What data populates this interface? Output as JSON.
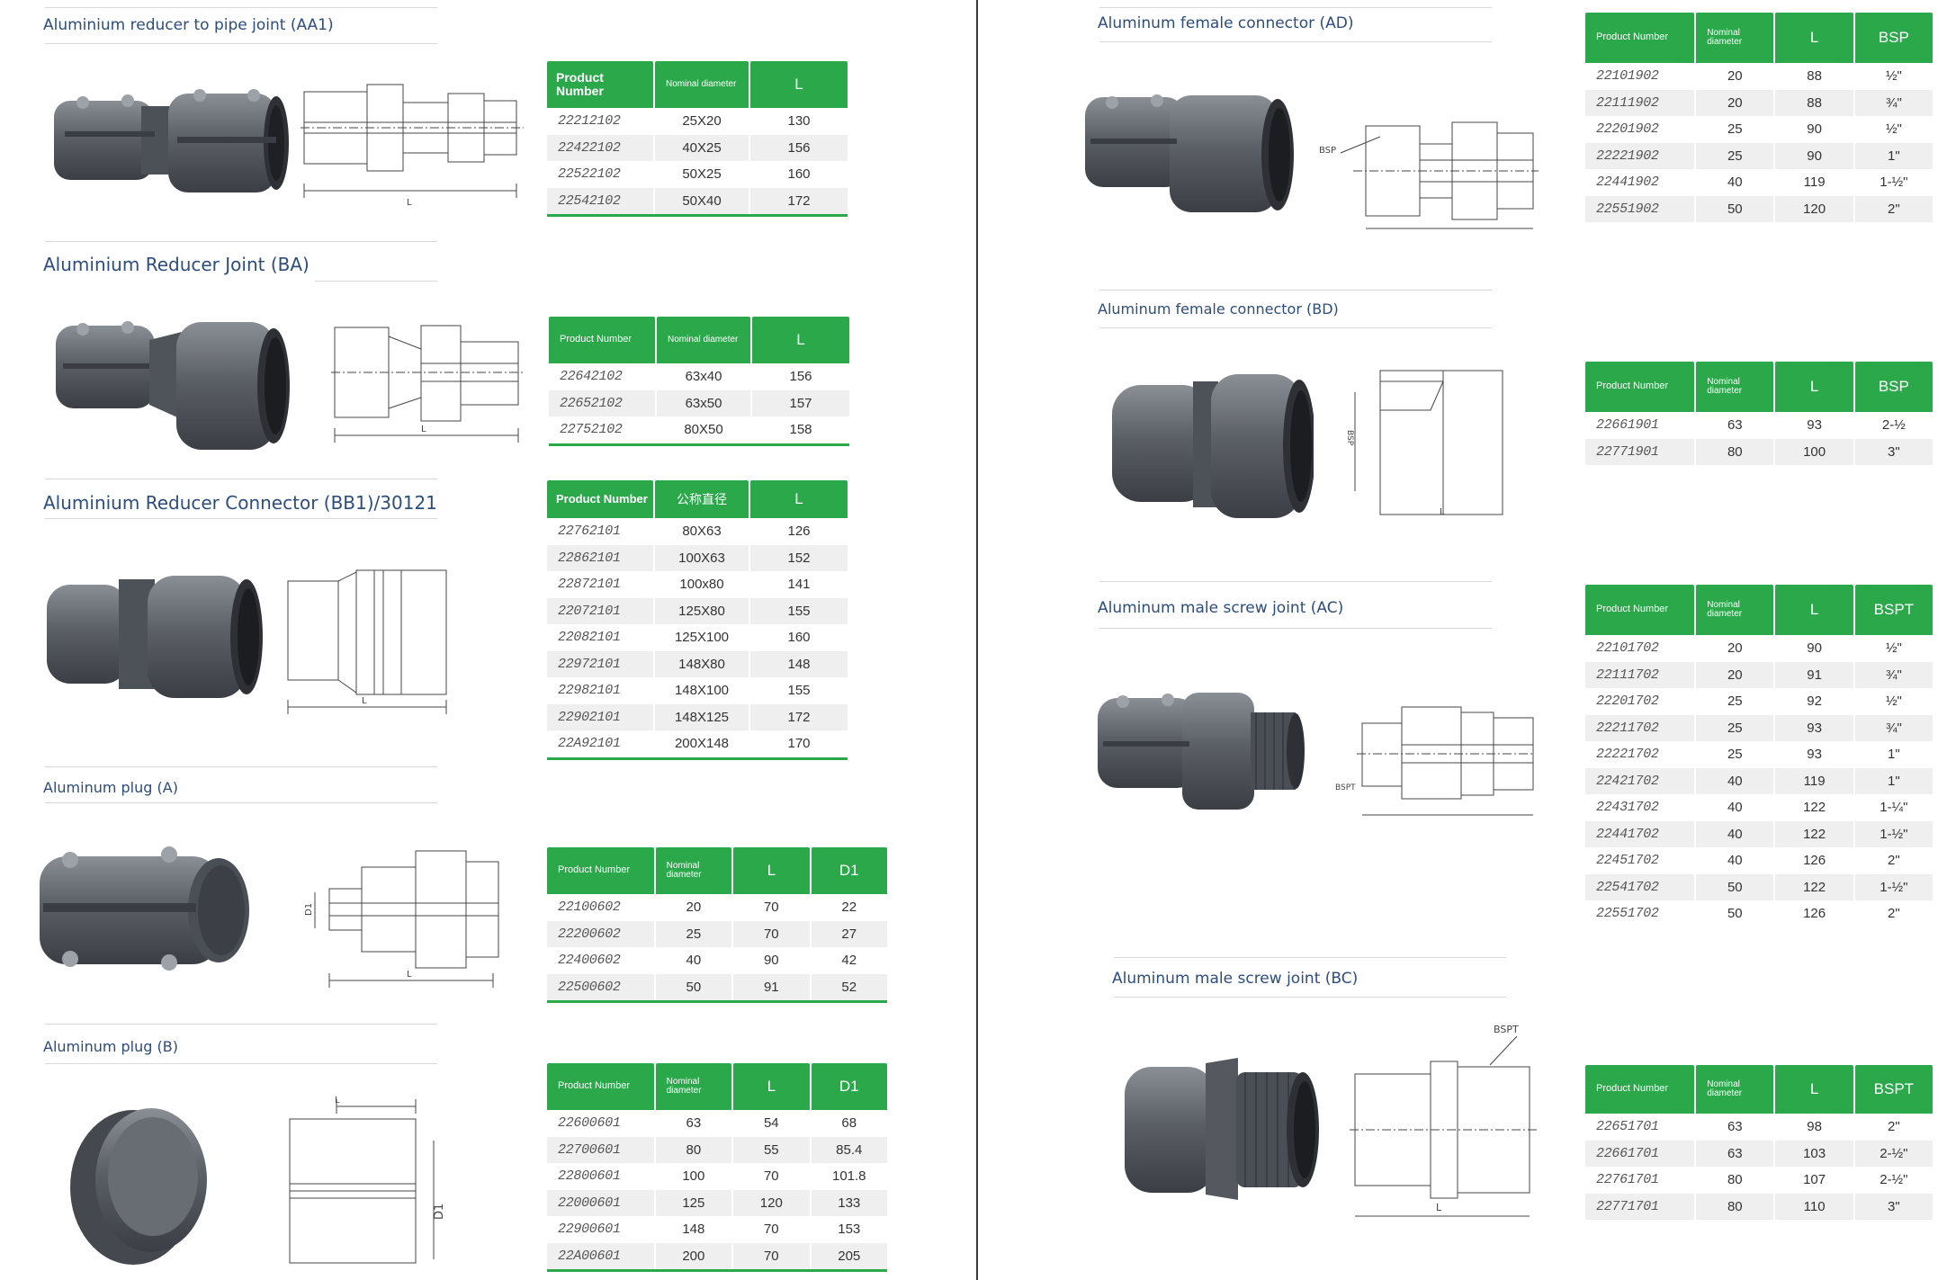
{
  "sections": {
    "aa1": {
      "title": "Aluminium reducer to pipe joint (AA1)",
      "headers": [
        "Product Number",
        "Nominal diameter",
        "L"
      ],
      "rows": [
        [
          "22212102",
          "25X20",
          "130"
        ],
        [
          "22422102",
          "40X25",
          "156"
        ],
        [
          "22522102",
          "50X25",
          "160"
        ],
        [
          "22542102",
          "50X40",
          "172"
        ]
      ]
    },
    "ba": {
      "title": "Aluminium Reducer Joint (BA)",
      "headers": [
        "Product Number",
        "Nominal diameter",
        "L"
      ],
      "rows": [
        [
          "22642102",
          "63x40",
          "156"
        ],
        [
          "22652102",
          "63x50",
          "157"
        ],
        [
          "22752102",
          "80X50",
          "158"
        ]
      ]
    },
    "bb1": {
      "title": "Aluminium Reducer Connector (BB1)/30121",
      "headers": [
        "Product Number",
        "公称直径",
        "L"
      ],
      "rows": [
        [
          "22762101",
          "80X63",
          "126"
        ],
        [
          "22862101",
          "100X63",
          "152"
        ],
        [
          "22872101",
          "100x80",
          "141"
        ],
        [
          "22072101",
          "125X80",
          "155"
        ],
        [
          "22082101",
          "125X100",
          "160"
        ],
        [
          "22972101",
          "148X80",
          "148"
        ],
        [
          "22982101",
          "148X100",
          "155"
        ],
        [
          "22902101",
          "148X125",
          "172"
        ],
        [
          "22A92101",
          "200X148",
          "170"
        ]
      ]
    },
    "plug_a": {
      "title": "Aluminum plug (A)",
      "headers": [
        "Product Number",
        "Nominal diameter",
        "L",
        "D1"
      ],
      "rows": [
        [
          "22100602",
          "20",
          "70",
          "22"
        ],
        [
          "22200602",
          "25",
          "70",
          "27"
        ],
        [
          "22400602",
          "40",
          "90",
          "42"
        ],
        [
          "22500602",
          "50",
          "91",
          "52"
        ]
      ]
    },
    "plug_b": {
      "title": "Aluminum plug (B)",
      "headers": [
        "Product Number",
        "Nominal diameter",
        "L",
        "D1"
      ],
      "rows": [
        [
          "22600601",
          "63",
          "54",
          "68"
        ],
        [
          "22700601",
          "80",
          "55",
          "85.4"
        ],
        [
          "22800601",
          "100",
          "70",
          "101.8"
        ],
        [
          "22000601",
          "125",
          "120",
          "133"
        ],
        [
          "22900601",
          "148",
          "70",
          "153"
        ],
        [
          "22A00601",
          "200",
          "70",
          "205"
        ]
      ]
    },
    "ad": {
      "title": "Aluminum female connector (AD)",
      "headers": [
        "Product Number",
        "Nominal diameter",
        "L",
        "BSP"
      ],
      "rows": [
        [
          "22101902",
          "20",
          "88",
          "½\""
        ],
        [
          "22111902",
          "20",
          "88",
          "¾\""
        ],
        [
          "22201902",
          "25",
          "90",
          "½\""
        ],
        [
          "22221902",
          "25",
          "90",
          "1\""
        ],
        [
          "22441902",
          "40",
          "119",
          "1-½\""
        ],
        [
          "22551902",
          "50",
          "120",
          "2\""
        ]
      ]
    },
    "bd": {
      "title": "Aluminum female connector (BD)",
      "headers": [
        "Product Number",
        "Nominal diameter",
        "L",
        "BSP"
      ],
      "rows": [
        [
          "22661901",
          "63",
          "93",
          "2-½"
        ],
        [
          "22771901",
          "80",
          "100",
          "3\""
        ]
      ]
    },
    "ac": {
      "title": "Aluminum male screw joint (AC)",
      "headers": [
        "Product Number",
        "Nominal diameter",
        "L",
        "BSPT"
      ],
      "rows": [
        [
          "22101702",
          "20",
          "90",
          "½\""
        ],
        [
          "22111702",
          "20",
          "91",
          "¾\""
        ],
        [
          "22201702",
          "25",
          "92",
          "½\""
        ],
        [
          "22211702",
          "25",
          "93",
          "¾\""
        ],
        [
          "22221702",
          "25",
          "93",
          "1\""
        ],
        [
          "22421702",
          "40",
          "119",
          "1\""
        ],
        [
          "22431702",
          "40",
          "122",
          "1-¼\""
        ],
        [
          "22441702",
          "40",
          "122",
          "1-½\""
        ],
        [
          "22451702",
          "40",
          "126",
          "2\""
        ],
        [
          "22541702",
          "50",
          "122",
          "1-½\""
        ],
        [
          "22551702",
          "50",
          "126",
          "2\""
        ]
      ]
    },
    "bc": {
      "title": "Aluminum male screw joint (BC)",
      "headers": [
        "Product Number",
        "Nominal diameter",
        "L",
        "BSPT"
      ],
      "rows": [
        [
          "22651701",
          "63",
          "98",
          "2\""
        ],
        [
          "22661701",
          "63",
          "103",
          "2-½\""
        ],
        [
          "22761701",
          "80",
          "107",
          "2-½\""
        ],
        [
          "22771701",
          "80",
          "110",
          "3\""
        ]
      ]
    }
  },
  "drawing_labels": {
    "length": "L",
    "bsp": "BSP",
    "bspt": "BSPT",
    "d1": "D1"
  },
  "colors": {
    "header_green": "#2aa84a",
    "title_blue": "#2d4d7c",
    "row_alt": "#efefef",
    "fitting_grey": "#5b5f66"
  }
}
